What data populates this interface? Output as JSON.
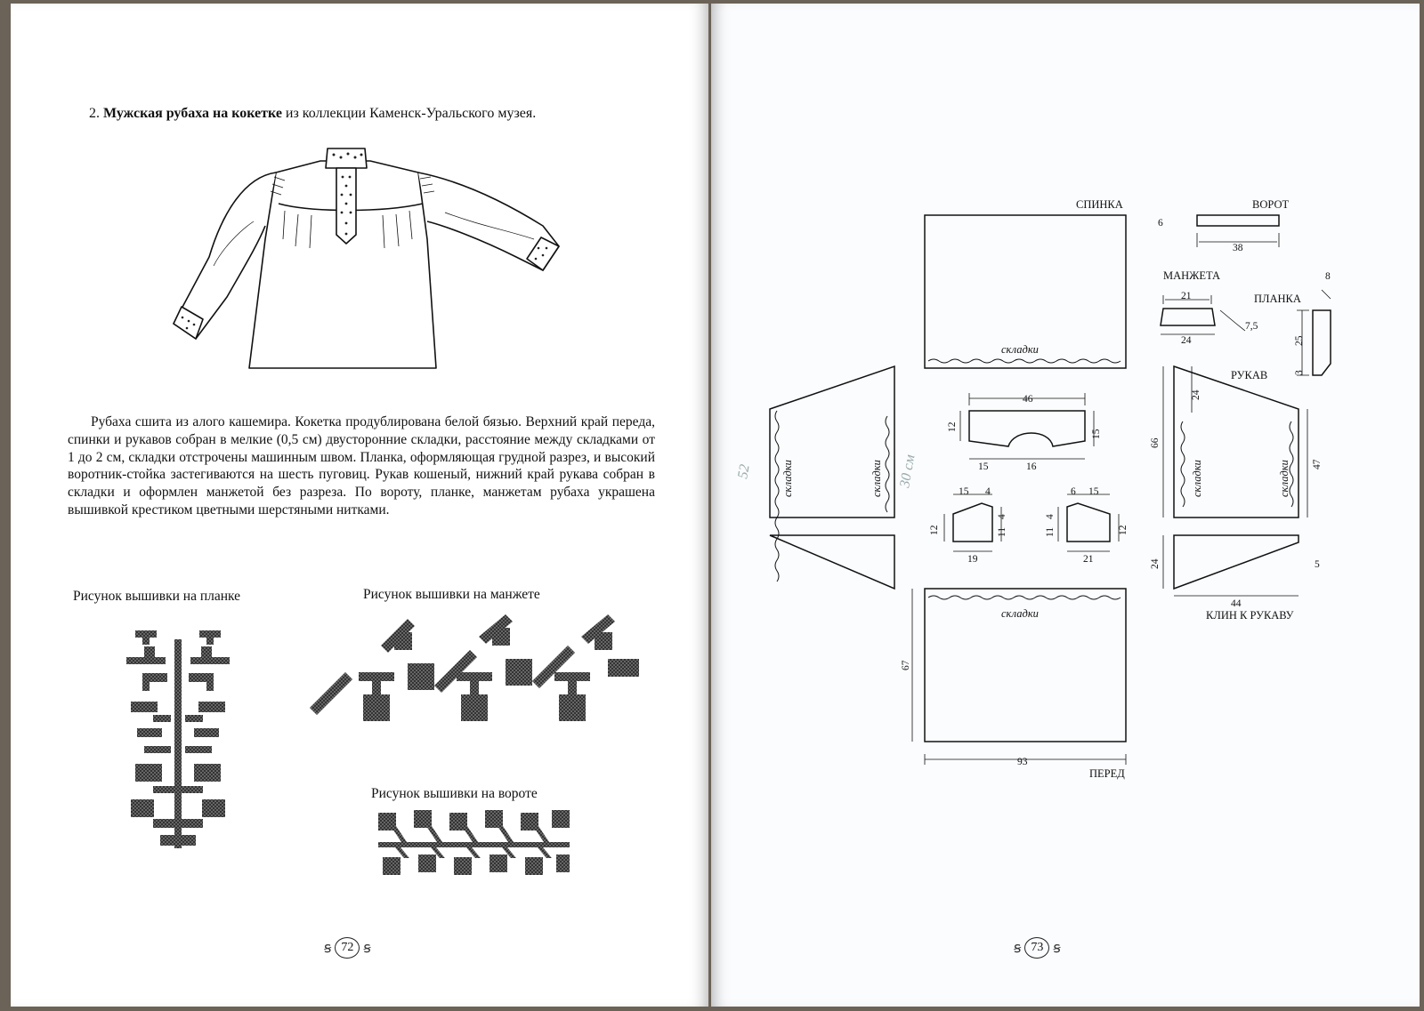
{
  "left_page": {
    "title_number": "2.",
    "title_bold": "Мужская рубаха на кокетке",
    "title_rest": "из коллекции Каменск-Уральского музея.",
    "description": "Рубаха сшита из алого кашемира. Кокетка продублирована белой бязью. Верхний край переда, спинки и рукавов собран в мелкие (0,5 см) двусторонние складки, расстояние между складками от 1 до 2 см, складки отстрочены машинным швом. Планка, оформляющая грудной разрез, и высокий воротник-стойка застегиваются на шесть пуговиц. Рукав кошеный, нижний край рукава собран в складки и оформлен манжетой без разреза. По вороту, планке, манжетам рубаха украшена вышивкой крестиком цветными шерстяными нитками.",
    "caption_planka": "Рисунок вышивки на планке",
    "caption_manzheta": "Рисунок вышивки на манжете",
    "caption_vorot": "Рисунок вышивки на вороте",
    "page_number": "72"
  },
  "right_page": {
    "page_number": "73",
    "pattern": {
      "spinka": "СПИНКА",
      "vorot": "ВОРОТ",
      "manzheta": "МАНЖЕТА",
      "planka": "ПЛАНКА",
      "rukav": "РУКАВ",
      "klin": "КЛИН К РУКАВУ",
      "pered": "ПЕРЕД",
      "skladki": "складки",
      "dims": {
        "vorot_h": "6",
        "vorot_w": "38",
        "manzheta_top": "21",
        "manzheta_h": "7,5",
        "manzheta_bottom": "24",
        "planka_w": "8",
        "planka_len": "25",
        "planka_tip": "3",
        "kokette_w": "46",
        "kokette_left": "12",
        "kokette_right": "15",
        "kokette_b1": "15",
        "kokette_b2": "16",
        "p1_top1": "15",
        "p1_top2": "4",
        "p1_left": "12",
        "p1_right1": "11",
        "p1_right2": "4",
        "p1_bottom": "19",
        "p2_top1": "6",
        "p2_top2": "15",
        "p2_left1": "11",
        "p2_left2": "4",
        "p2_right": "12",
        "p2_bottom": "21",
        "rukav_top": "24",
        "rukav_left": "66",
        "rukav_right": "47",
        "klin_h": "24",
        "klin_w": "44",
        "klin_tip": "5",
        "pered_h": "67",
        "pered_w": "93"
      },
      "handwritten_1": "52",
      "handwritten_2": "30 см"
    }
  }
}
